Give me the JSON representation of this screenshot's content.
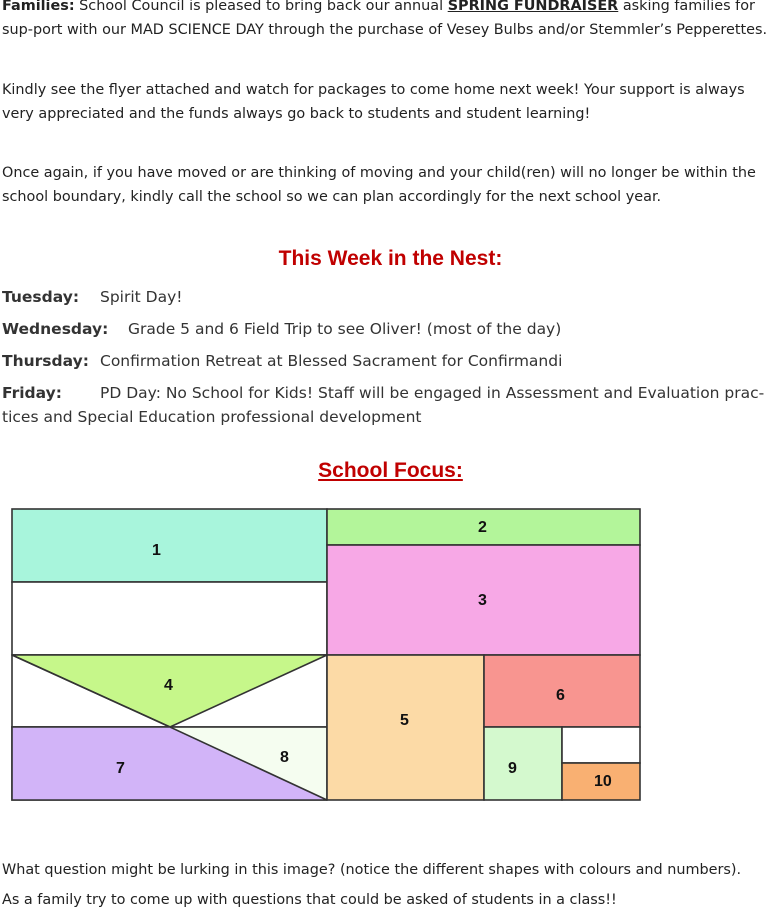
{
  "families": {
    "label": "Families:",
    "text1": " School Council is pleased to bring back our annual ",
    "fundraiser": "SPRING FUNDRAISER",
    "text2": " asking families for sup-port with our MAD SCIENCE DAY through the purchase of Vesey Bulbs and/or Stemmler’s Pepperettes."
  },
  "para2": "Kindly see the flyer attached and watch for packages to come home next week!  Your support is always very appreciated and the funds always go back to students and student learning!",
  "para3": "Once again, if you have moved or are thinking of moving and your child(ren) will no longer be within the school boundary, kindly call the school so we can plan accordingly for the next school year.",
  "week_heading": "This Week in the Nest:",
  "schedule": [
    {
      "day": "Tuesday:",
      "text": "Spirit Day!"
    },
    {
      "day": "Wednesday:",
      "text": "Grade 5 and 6 Field Trip to see Oliver! (most of the day)"
    },
    {
      "day": "Thursday:",
      "text": "Confirmation Retreat at Blessed Sacrament for Confirmandi"
    },
    {
      "day": "Friday:",
      "text": "PD Day: No School for Kids!  Staff will be engaged in Assessment and Evaluation prac-tices and Special Education professional development"
    }
  ],
  "focus_heading": "School Focus:",
  "puzzle": {
    "colors": {
      "c1": "#a8f5dc",
      "c2": "#b3f59a",
      "c3": "#f7a8e6",
      "c4": "#c6f78a",
      "c5": "#fcdaa6",
      "c6": "#f89590",
      "c7": "#d2b4f8",
      "c8": "#f5fdf0",
      "c9": "#d4f9ce",
      "c10": "#f9b072"
    },
    "labels": [
      "1",
      "2",
      "3",
      "4",
      "5",
      "6",
      "7",
      "8",
      "9",
      "10"
    ]
  },
  "question1": "What question might be lurking in this image? (notice the different shapes with colours and numbers).",
  "question2": "As a family try to come up with questions that could be asked of students in a class!!"
}
